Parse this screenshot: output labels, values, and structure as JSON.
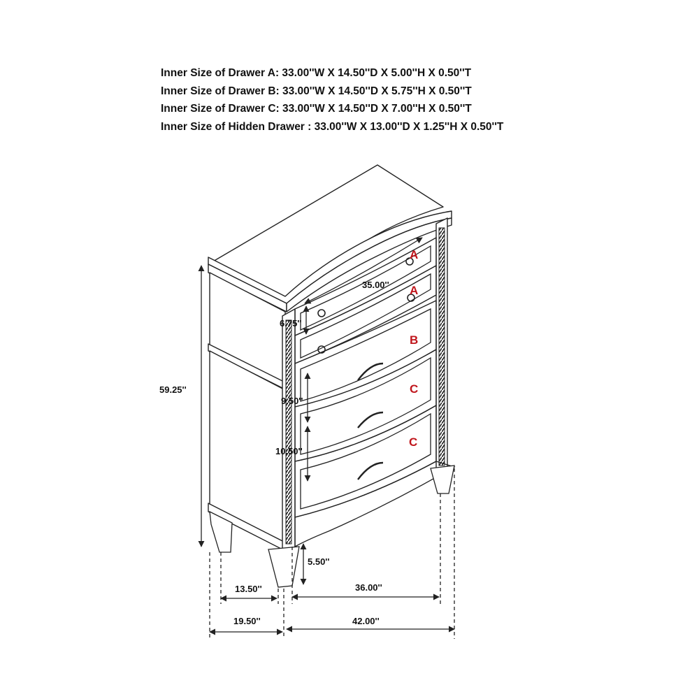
{
  "specs": [
    "Inner Size of Drawer  A: 33.00''W X 14.50''D X 5.00''H X 0.50''T",
    "Inner Size of Drawer B: 33.00''W X 14.50''D X 5.75''H X 0.50''T",
    "Inner Size of Drawer C: 33.00''W X 14.50''D X 7.00''H X 0.50''T",
    "Inner Size of Hidden Drawer : 33.00''W X 13.00''D X 1.25''H X 0.50''T"
  ],
  "dimensions": {
    "total_height": "59.25''",
    "top_width": "35.00''",
    "drawer_a_front": "6.75''",
    "drawer_c_upper": "9.50''",
    "drawer_c_lower": "10.50''",
    "leg_height": "5.50''",
    "inner_depth": "13.50''",
    "inner_width": "36.00''",
    "overall_depth": "19.50''",
    "overall_width": "42.00''"
  },
  "drawer_labels": {
    "a1": "A",
    "a2": "A",
    "b": "B",
    "c1": "C",
    "c2": "C"
  },
  "colors": {
    "line": "#222222",
    "drawer_label": "#c0161c",
    "text": "#111111"
  }
}
